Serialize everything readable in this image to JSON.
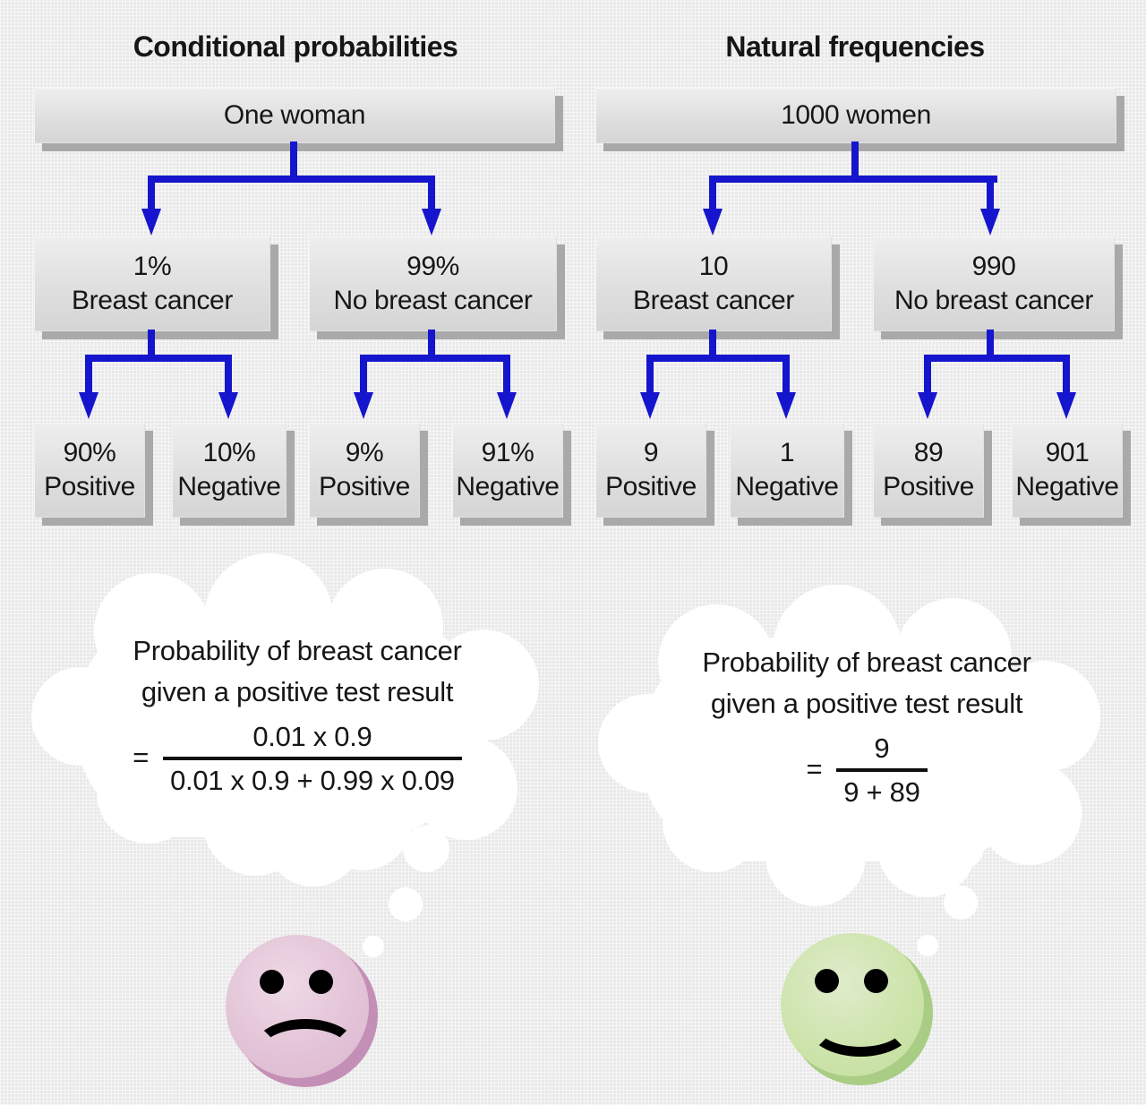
{
  "colors": {
    "background": "#e9e9e9",
    "arrow_blue": "#1515cd",
    "box_fill": "#e2e2e2",
    "box_shadow": "#a9a9a9",
    "cloud_white": "#ffffff",
    "sad_face": "#e2c2d6",
    "sad_face_rim": "#c48fb6",
    "happy_face": "#cce3a9",
    "happy_face_rim": "#a9cd84",
    "text": "#161616"
  },
  "left": {
    "title": "Conditional probabilities",
    "root_label": "One woman",
    "branch_cancer": {
      "value": "1%",
      "label": "Breast cancer"
    },
    "branch_no_cancer": {
      "value": "99%",
      "label": "No breast cancer"
    },
    "leaves": [
      {
        "value": "90%",
        "label": "Positive"
      },
      {
        "value": "10%",
        "label": "Negative"
      },
      {
        "value": "9%",
        "label": "Positive"
      },
      {
        "value": "91%",
        "label": "Negative"
      }
    ],
    "thought": {
      "line1": "Probability of breast cancer",
      "line2": "given a positive test result",
      "equals": "=",
      "numerator": "0.01 x 0.9",
      "denominator": "0.01 x 0.9 + 0.99 x 0.09"
    },
    "mood": "sad"
  },
  "right": {
    "title": "Natural frequencies",
    "root_label": "1000 women",
    "branch_cancer": {
      "value": "10",
      "label": "Breast cancer"
    },
    "branch_no_cancer": {
      "value": "990",
      "label": "No breast cancer"
    },
    "leaves": [
      {
        "value": "9",
        "label": "Positive"
      },
      {
        "value": "1",
        "label": "Negative"
      },
      {
        "value": "89",
        "label": "Positive"
      },
      {
        "value": "901",
        "label": "Negative"
      }
    ],
    "thought": {
      "line1": "Probability of breast cancer",
      "line2": "given a positive test result",
      "equals": "=",
      "numerator": "9",
      "denominator": "9 + 89"
    },
    "mood": "happy"
  }
}
